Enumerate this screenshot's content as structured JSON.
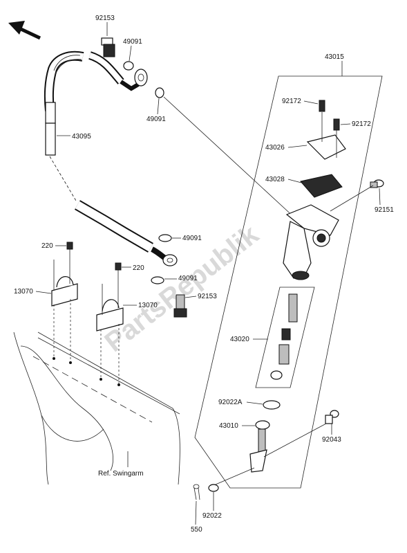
{
  "watermark": "PartsRepublik",
  "labels": {
    "p92153_top": "92153",
    "p49091_a": "49091",
    "p49091_b": "49091",
    "p43095": "43095",
    "p43015": "43015",
    "p92172_a": "92172",
    "p92172_b": "92172",
    "p43026": "43026",
    "p43028": "43028",
    "p92151": "92151",
    "p49091_c": "49091",
    "p220_a": "220",
    "p220_b": "220",
    "p13070_a": "13070",
    "p13070_b": "13070",
    "p49091_d": "49091",
    "p92153_b": "92153",
    "p43020": "43020",
    "p92022A": "92022A",
    "p43010": "43010",
    "p92043": "92043",
    "p92022": "92022",
    "p550": "550",
    "ref_swingarm": "Ref. Swingarm"
  }
}
